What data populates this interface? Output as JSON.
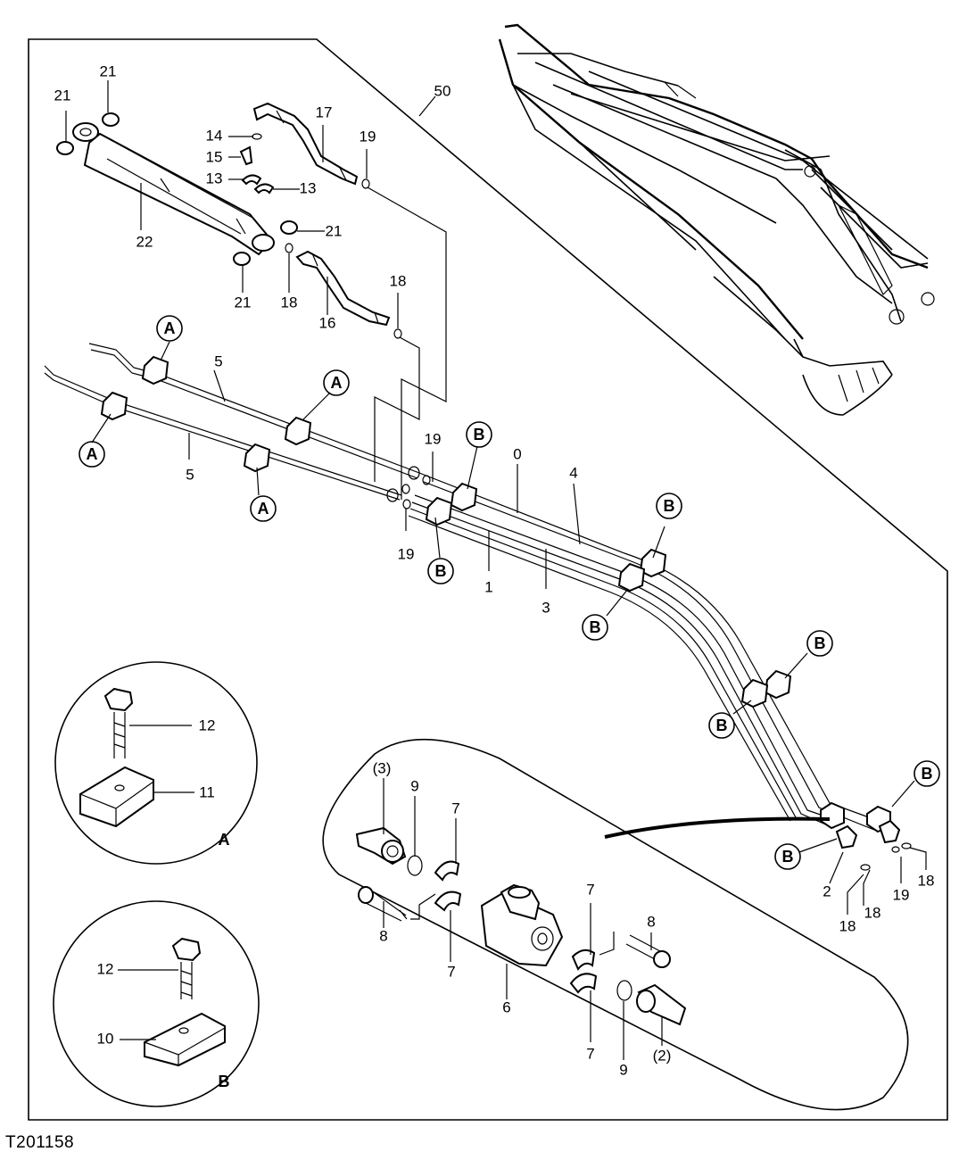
{
  "figure_id": "T201158",
  "labels": {
    "l50": "50",
    "l21a": "21",
    "l21b": "21",
    "l21c": "21",
    "l21d": "21",
    "l14": "14",
    "l15": "15",
    "l13a": "13",
    "l13b": "13",
    "l17": "17",
    "l19a": "19",
    "l22": "22",
    "l18a": "18",
    "l16": "16",
    "l18b": "18",
    "l5a": "5",
    "l5b": "5",
    "l19b": "19",
    "l19c": "19",
    "l0": "0",
    "l4": "4",
    "l1": "1",
    "l3": "3",
    "l2": "2",
    "l18c": "18",
    "l18d": "18",
    "l19d": "19",
    "l18e": "18",
    "l12a": "12",
    "l11": "11",
    "l12b": "12",
    "l10": "10",
    "l3p": "(3)",
    "l9a": "9",
    "l7a": "7",
    "l8a": "8",
    "l7b": "7",
    "l6": "6",
    "l7c": "7",
    "l7d": "7",
    "l8b": "8",
    "l9b": "9",
    "l2p": "(2)"
  },
  "callouts": {
    "A": "A",
    "B": "B"
  },
  "detail_captions": {
    "detail_a": "A",
    "detail_b": "B"
  }
}
